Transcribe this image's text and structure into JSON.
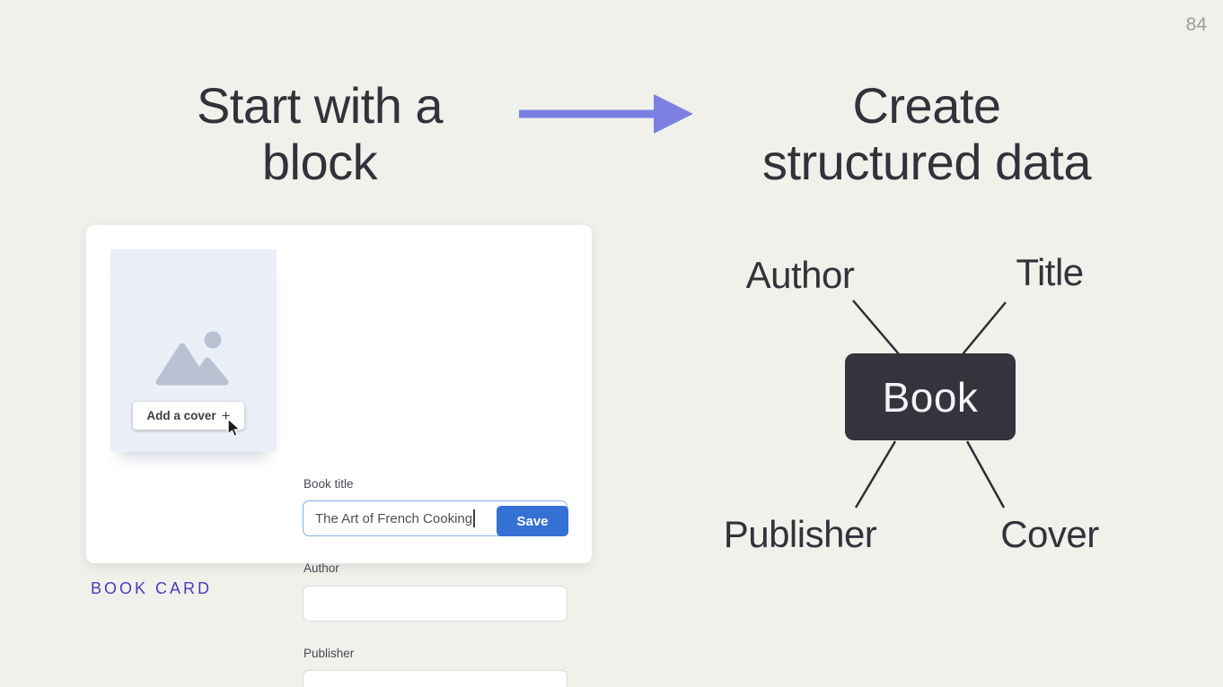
{
  "slide": {
    "page_number": "84",
    "background_color": "#f0f1eb",
    "accent_arrow_color": "#7b80e2",
    "caption_color": "#4c39bd"
  },
  "headings": {
    "left": {
      "line1": "Start with a",
      "line2": "block"
    },
    "right": {
      "line1": "Create",
      "line2": "structured data"
    }
  },
  "book_card": {
    "caption": "BOOK CARD",
    "cover": {
      "button_label": "Add a cover",
      "plus_glyph": "+",
      "background_color": "#ebeff7",
      "icon_color": "#b8c2d3"
    },
    "fields": [
      {
        "label": "Book title",
        "value": "The Art of French Cooking",
        "state": "focused"
      },
      {
        "label": "Author",
        "value": "",
        "state": "default"
      },
      {
        "label": "Publisher",
        "value": "",
        "state": "default"
      }
    ],
    "save_label": "Save",
    "save_color": "#3570d4"
  },
  "diagram": {
    "center_node": "Book",
    "center_color": "#36333e",
    "nodes": {
      "top_left": "Author",
      "top_right": "Title",
      "bottom_left": "Publisher",
      "bottom_right": "Cover"
    },
    "line_color": "#2e2e37"
  }
}
